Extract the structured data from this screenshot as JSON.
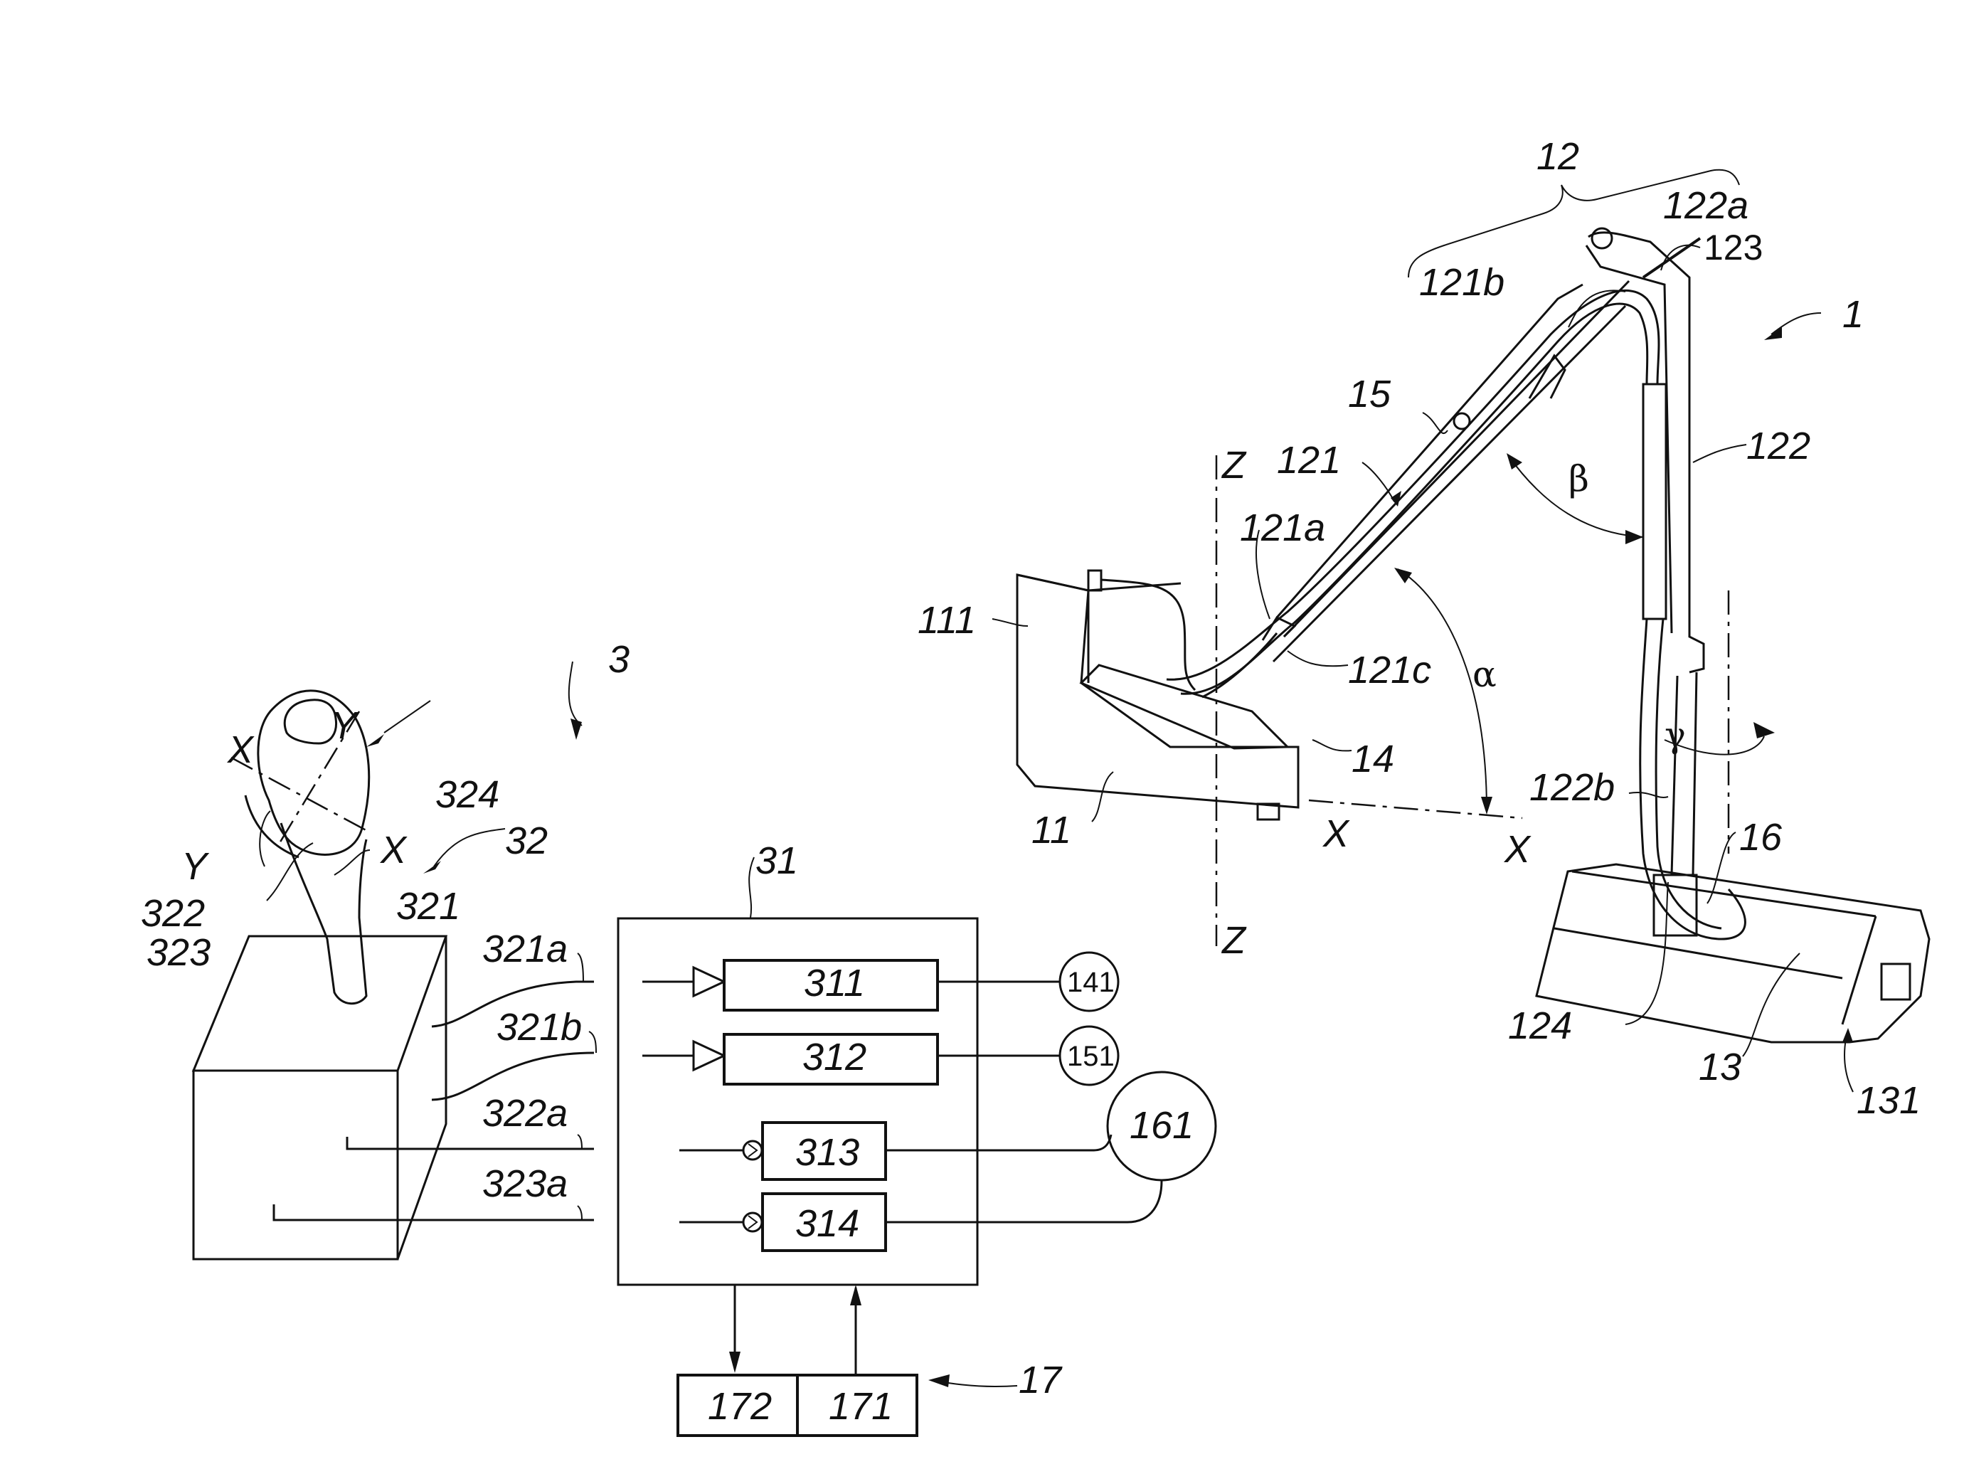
{
  "figure": {
    "machine_ref": "1",
    "boom_ref": "12",
    "controller_ref": "3",
    "labels": {
      "l1": "1",
      "l11": "11",
      "l111": "111",
      "l12": "12",
      "l121": "121",
      "l121a": "121a",
      "l121b": "121b",
      "l121c": "121c",
      "l122": "122",
      "l122a": "122a",
      "l122b": "122b",
      "l123": "123",
      "l124": "124",
      "l13": "13",
      "l131": "131",
      "l14": "14",
      "l15": "15",
      "l16": "16",
      "l17": "17",
      "l3": "3",
      "l31": "31",
      "l32": "32",
      "l321": "321",
      "l321a": "321a",
      "l321b": "321b",
      "l322": "322",
      "l322a": "322a",
      "l323": "323",
      "l323a": "323a",
      "l324": "324"
    },
    "axes": {
      "x": "X",
      "y": "Y",
      "z": "Z"
    },
    "angles": {
      "alpha": "α",
      "beta": "β",
      "gamma": "γ"
    },
    "blocks": {
      "b311": "311",
      "b312": "312",
      "b313": "313",
      "b314": "314",
      "b171": "171",
      "b172": "172"
    },
    "actuators": {
      "a141": "141",
      "a151": "151",
      "a161": "161"
    }
  }
}
